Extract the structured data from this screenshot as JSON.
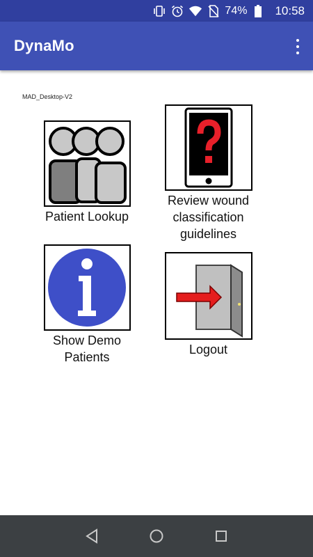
{
  "status_bar": {
    "battery_percent": "74%",
    "time": "10:58",
    "icons": [
      "vibrate-icon",
      "alarm-icon",
      "wifi-icon",
      "no-sim-icon",
      "battery-icon"
    ]
  },
  "app_bar": {
    "title": "DynaMo",
    "overflow_icon": "more-vert-icon"
  },
  "version_label": "MAD_Desktop-V2",
  "tiles": {
    "patient_lookup": {
      "label": "Patient Lookup",
      "icon": "patients-group-icon"
    },
    "review_guidelines": {
      "label_lines": [
        "Review wound",
        "classification",
        "guidelines"
      ],
      "icon": "phone-question-icon"
    },
    "show_demo": {
      "label_lines": [
        "Show Demo",
        "Patients"
      ],
      "icon": "info-icon"
    },
    "logout": {
      "label": "Logout",
      "icon": "door-exit-icon"
    }
  },
  "nav_bar": {
    "icons": [
      "back-icon",
      "home-icon",
      "recents-icon"
    ]
  },
  "colors": {
    "status_bar": "#303f9f",
    "app_bar": "#3f51b5",
    "nav_bar": "#3c4043",
    "info_blue": "#3e4fc8",
    "question_red": "#e8202a",
    "arrow_red": "#e51d1d"
  }
}
